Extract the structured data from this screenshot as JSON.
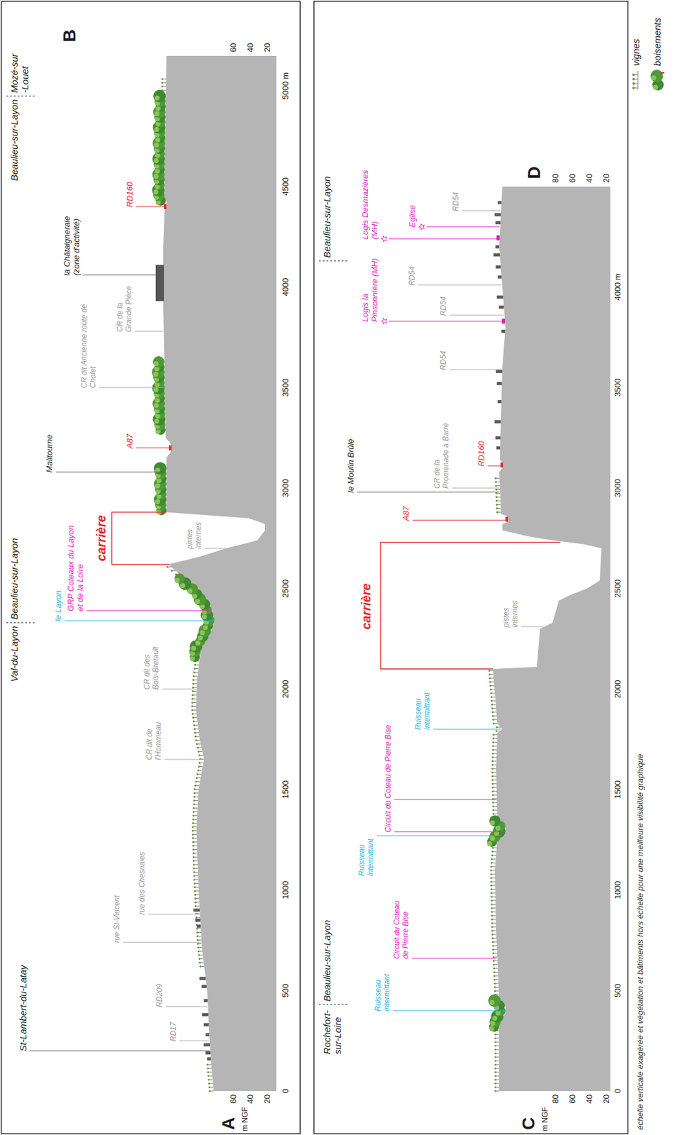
{
  "diagram": {
    "caption": "échelle verticale exagérée et végétation et bâtiments hors échelle pour une meilleure visibilité graphique",
    "labels": [
      "St-Lambert-du-Latay",
      "Val-du-Layon",
      "Beaulieu-sur-Layon",
      "Beaulieu-sur-Layon",
      "Mozé-sur -Louet",
      "le Layon",
      "GRP Coteaux du Layon et de la Loire",
      "carrière",
      "pistes internes",
      "Malitourne",
      "A87",
      "CR dit Ancienne route de Cholet",
      "CR de la Grande Pièce",
      "la Châtaigneraie (zone d'activité)",
      "RD160",
      "RD17",
      "RD209",
      "rue St-Vincent",
      "rue des Chesnaies",
      "CR dit de l'Hommeau",
      "CR dit des Bois-Bretault",
      "A",
      "m NGF",
      "60",
      "40",
      "20",
      "B",
      "60",
      "40",
      "20",
      "0",
      "500",
      "1000",
      "1500",
      "2000",
      "2500",
      "3000",
      "3500",
      "4000",
      "4500",
      "5000 m",
      "Rochefort- sur-Loire",
      "Beaulieu-sur-Layon",
      "Ruisseau intermittant",
      "Circuit du Coteau de Pierre Bise",
      "Circuit du Coteau de Pierre Bise",
      "Ruisseau intermittant",
      "Ruisseau intermittant",
      "carrière",
      "pistes internes",
      "A87",
      "le Moulin Brûlé",
      "RD160",
      "CR de la Promenade à Barré",
      "RD54",
      "Logis la Pinsonnière (MH)",
      "RD54",
      "RD54",
      "Beaulieu-sur-Layon",
      "Logis Desmazières (MH)",
      "Eglise",
      "RD54",
      "C",
      "m NGF",
      "80",
      "60",
      "40",
      "20",
      "D",
      "80",
      "60",
      "40",
      "20",
      "0",
      "500",
      "1000",
      "1500",
      "2000",
      "2500",
      "3000",
      "3500",
      "4000 m"
    ],
    "legend": [
      {
        "text": "vignes"
      },
      {
        "text": "boisements"
      }
    ]
  }
}
